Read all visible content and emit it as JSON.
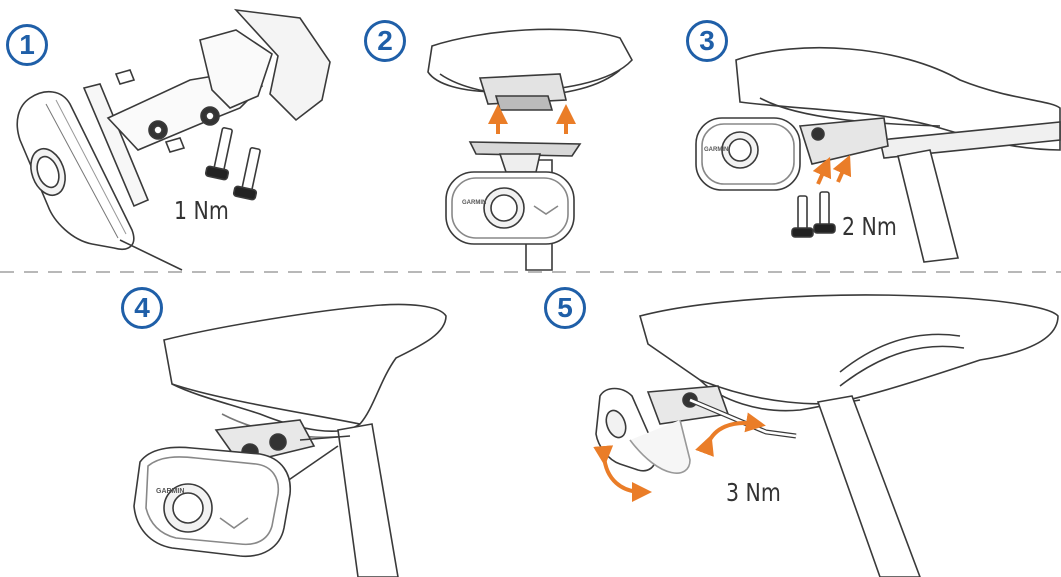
{
  "steps": [
    {
      "number": "1",
      "torque": "1 Nm"
    },
    {
      "number": "2",
      "torque": ""
    },
    {
      "number": "3",
      "torque": "2 Nm"
    },
    {
      "number": "4",
      "torque": ""
    },
    {
      "number": "5",
      "torque": "3 Nm"
    }
  ],
  "device_brand": "GARMIN",
  "colors": {
    "badge": "#1f5fa8",
    "arrow": "#ea7d28",
    "line": "#3a3a3a",
    "divider": "#b8b8b8"
  }
}
